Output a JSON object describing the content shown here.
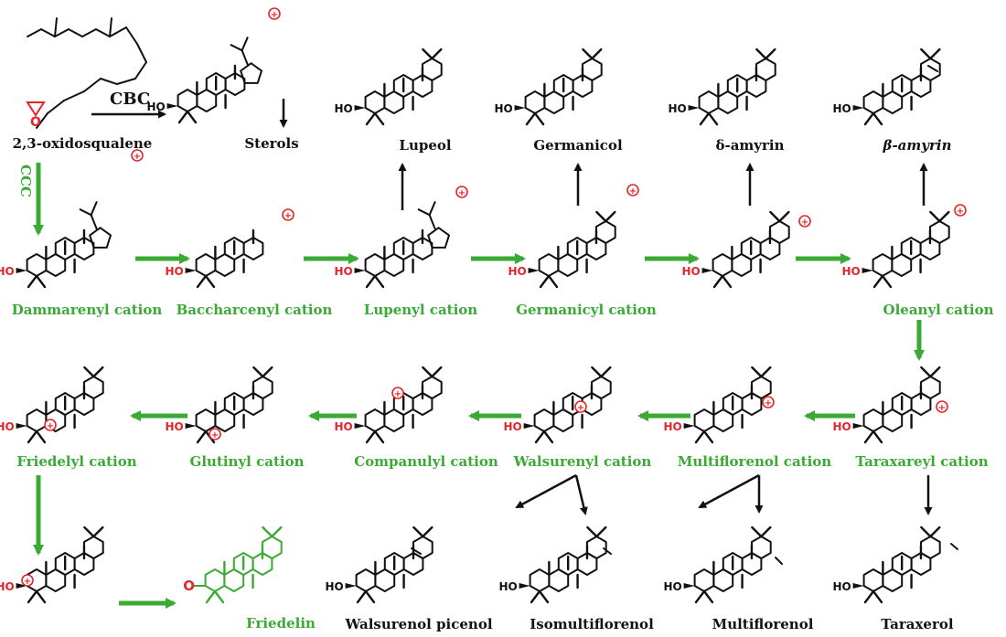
{
  "colors": {
    "product": "#111111",
    "cation": "#3aaa35",
    "charge": "#e3262b",
    "final": "#3aaa35"
  },
  "process_labels": {
    "cbc": "CBC",
    "ccc": "CCC"
  },
  "compounds": {
    "oxidosqualene": "2,3-oxidosqualene",
    "sterols": "Sterols",
    "lupeol": "Lupeol",
    "germanicol": "Germanicol",
    "delta_amyrin": "δ-amyrin",
    "beta_amyrin": "β-amyrin",
    "walsurenol_picenol": "Walsurenol picenol",
    "isomultiflorenol": "Isomultiflorenol",
    "multiflorenol": "Multiflorenol",
    "taraxerol": "Taraxerol",
    "friedelin": "Friedelin"
  },
  "cations": {
    "dammarenyl": "Dammarenyl cation",
    "baccharenyl": "Baccharcenyl cation",
    "lupenyl": "Lupenyl cation",
    "germanicyl": "Germanicyl cation",
    "oleanyl": "Oleanyl cation",
    "taraxareyl": "Taraxareyl cation",
    "multiflorenol_c": "Multiflorenol cation",
    "walsurenyl": "Walsurenyl cation",
    "companulyl": "Companulyl cation",
    "glutinyl": "Glutinyl cation",
    "friedelyl": "Friedelyl cation"
  },
  "atoms": {
    "hydroxyl": "HO",
    "oxygen": "O",
    "charge_sign": "+"
  }
}
